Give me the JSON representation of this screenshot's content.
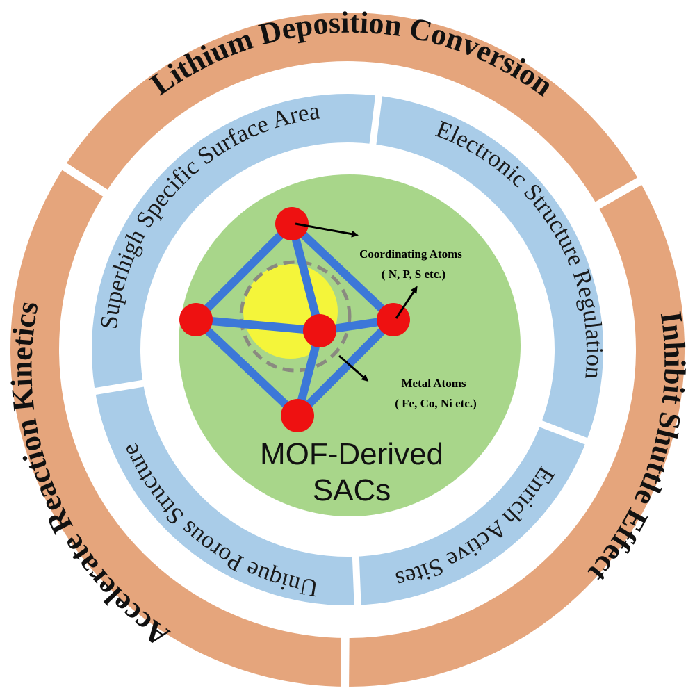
{
  "colors": {
    "outer_ring": "#E5A57C",
    "middle_ring": "#A9CCE8",
    "core": "#A8D68A",
    "sphere": "#F4F53A",
    "bond": "#3C78D8",
    "atom": "#EE1111",
    "arrow": "#000000",
    "dashed_circle": "#8A8A80"
  },
  "outer_ring": {
    "top": "Lithium Deposition Conversion",
    "right": "Inhibit Shuttle Effect",
    "left": "Accelerate Reaction Kinetics"
  },
  "middle_ring": {
    "top_left": "Superhigh Specific Surface Area",
    "top_right": "Electronic Structure Regulation",
    "bottom_right": "Enrich Active Sites",
    "bottom_left": "Unique Porous Structure"
  },
  "core": {
    "coordinating_atoms_label": "Coordinating Atoms",
    "coordinating_atoms_examples": "( N, P, S etc.)",
    "metal_atoms_label": "Metal Atoms",
    "metal_atoms_examples": "( Fe, Co, Ni etc.)",
    "title_line1": "MOF-Derived",
    "title_line2": "SACs"
  }
}
